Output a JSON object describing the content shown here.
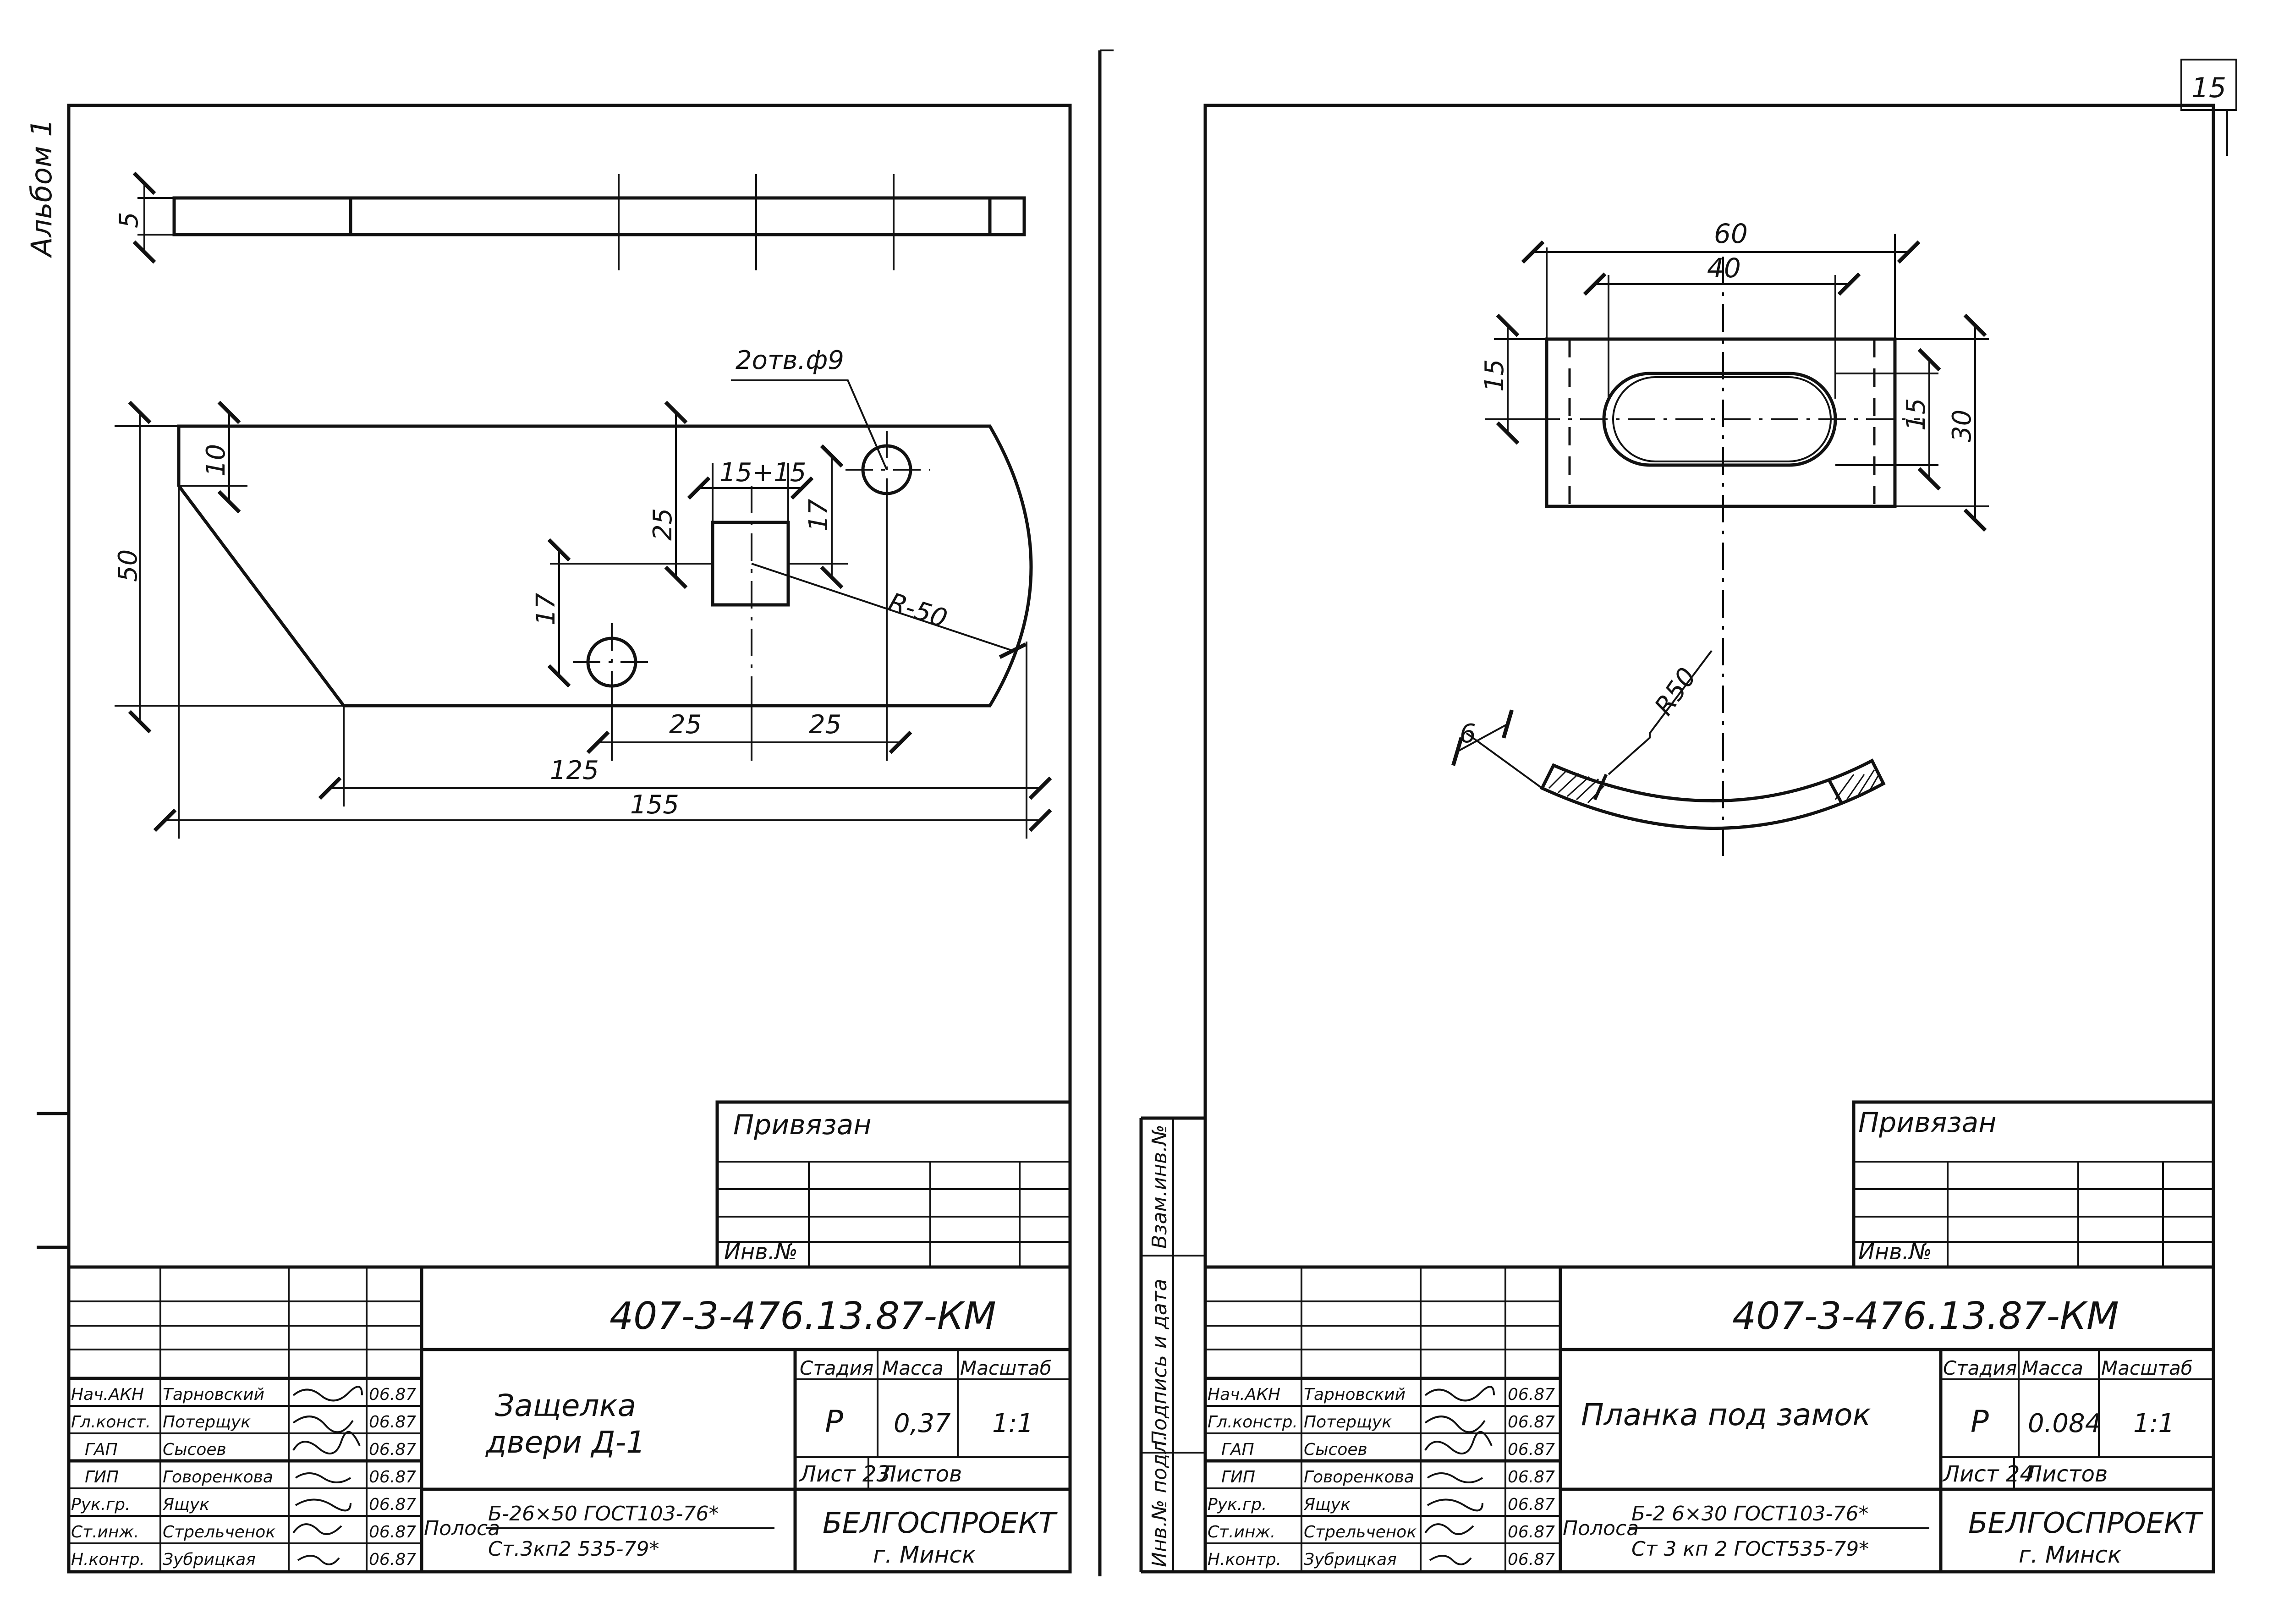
{
  "sheet_number": "15",
  "album_label": "Альбом 1",
  "left_sheet": {
    "dims": {
      "thickness": "5",
      "holes": "2отв.ф9",
      "d10": "10",
      "d50": "50",
      "d25v": "25",
      "d17a": "17",
      "d17b": "17",
      "d15": "15+15",
      "radius": "R-50",
      "d25a": "25",
      "d25b": "25",
      "d125": "125",
      "d155": "155"
    },
    "title_block": {
      "privyazan": "Привязан",
      "inv_no": "Инв.№",
      "designation": "407-3-476.13.87-КМ",
      "name_line1": "Защелка",
      "name_line2": "двери Д-1",
      "header_stage": "Стадия",
      "header_mass": "Масса",
      "header_scale": "Масштаб",
      "stage": "Р",
      "mass": "0,37",
      "scale": "1:1",
      "sheet": "Лист 23",
      "sheets": "Листов",
      "material_prefix": "Полоса",
      "material_top": "Б-26×50 ГОСТ103-76*",
      "material_bottom": "Ст.3кп2 535-79*",
      "org_line1": "БЕЛГОСПРОЕКТ",
      "org_line2": "г. Минск",
      "staff": [
        {
          "role": "Нач.АКН",
          "name": "Тарновский",
          "date": "06.87"
        },
        {
          "role": "Гл.конст.",
          "name": "Потерщук",
          "date": "06.87"
        },
        {
          "role": "ГАП",
          "name": "Сысоев",
          "date": "06.87"
        },
        {
          "role": "ГИП",
          "name": "Говоренкова",
          "date": "06.87"
        },
        {
          "role": "Рук.гр.",
          "name": "Ящук",
          "date": "06.87"
        },
        {
          "role": "Ст.инж.",
          "name": "Стрельченок",
          "date": "06.87"
        },
        {
          "role": "Н.контр.",
          "name": "Зубрицкая",
          "date": "06.87"
        }
      ]
    }
  },
  "right_sheet": {
    "dims": {
      "d60": "60",
      "d40": "40",
      "d15l": "15",
      "d15r": "15",
      "d30": "30",
      "r50": "R50",
      "d6": "6"
    },
    "side_labels": [
      "Инв.№ подл.",
      "Подпись и дата",
      "Взам.инв.№"
    ],
    "title_block": {
      "privyazan": "Привязан",
      "inv_no": "Инв.№",
      "designation": "407-3-476.13.87-КМ",
      "name": "Планка под замок",
      "header_stage": "Стадия",
      "header_mass": "Масса",
      "header_scale": "Масштаб",
      "stage": "Р",
      "mass": "0.084",
      "scale": "1:1",
      "sheet": "Лист 24",
      "sheets": "Листов",
      "material_prefix": "Полоса",
      "material_top": "Б-2 6×30 ГОСТ103-76*",
      "material_bottom": "Ст 3 кп 2 ГОСТ535-79*",
      "org_line1": "БЕЛГОСПРОЕКТ",
      "org_line2": "г. Минск",
      "staff": [
        {
          "role": "Нач.АКН",
          "name": "Тарновский",
          "date": "06.87"
        },
        {
          "role": "Гл.констр.",
          "name": "Потерщук",
          "date": "06.87"
        },
        {
          "role": "ГАП",
          "name": "Сысоев",
          "date": "06.87"
        },
        {
          "role": "ГИП",
          "name": "Говоренкова",
          "date": "06.87"
        },
        {
          "role": "Рук.гр.",
          "name": "Ящук",
          "date": "06.87"
        },
        {
          "role": "Ст.инж.",
          "name": "Стрельченок",
          "date": "06.87"
        },
        {
          "role": "Н.контр.",
          "name": "Зубрицкая",
          "date": "06.87"
        }
      ]
    }
  }
}
